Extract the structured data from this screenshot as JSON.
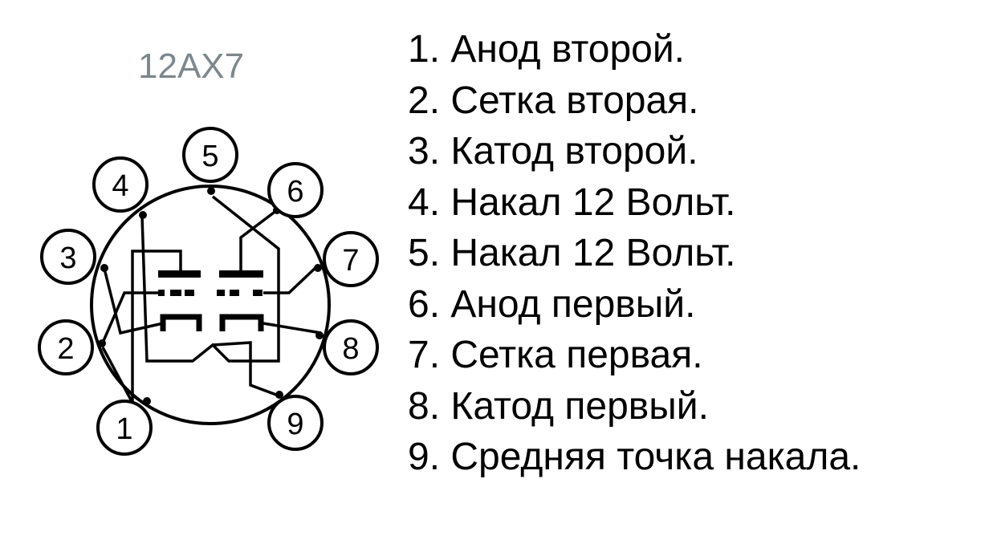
{
  "title": "12AX7",
  "pins": [
    {
      "n": "1",
      "text": "1. Анод второй."
    },
    {
      "n": "2",
      "text": "2. Сетка вторая."
    },
    {
      "n": "3",
      "text": "3. Катод второй."
    },
    {
      "n": "4",
      "text": "4. Накал 12 Вольт."
    },
    {
      "n": "5",
      "text": "5. Накал 12 Вольт."
    },
    {
      "n": "6",
      "text": "6. Анод первый."
    },
    {
      "n": "7",
      "text": "7. Сетка первая."
    },
    {
      "n": "8",
      "text": "8. Катод первый."
    },
    {
      "n": "9",
      "text": "9. Средняя точка накала."
    }
  ]
}
